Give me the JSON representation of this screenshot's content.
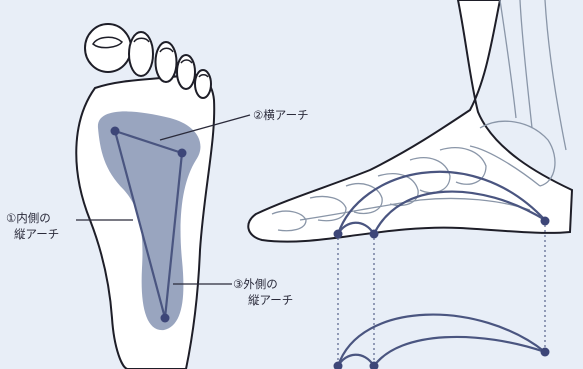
{
  "labels": {
    "transverse_arch": "②横アーチ",
    "medial_arch_line1": "①内側の",
    "medial_arch_line2": "縦アーチ",
    "lateral_arch_line1": "③外側の",
    "lateral_arch_line2": "縦アーチ"
  },
  "colors": {
    "background": "#e8eef7",
    "outline": "#1e1e28",
    "bone_line": "#8a96a8",
    "arch_line": "#4a5580",
    "arch_fill": "#8e9bb8",
    "dot": "#3d4678"
  }
}
